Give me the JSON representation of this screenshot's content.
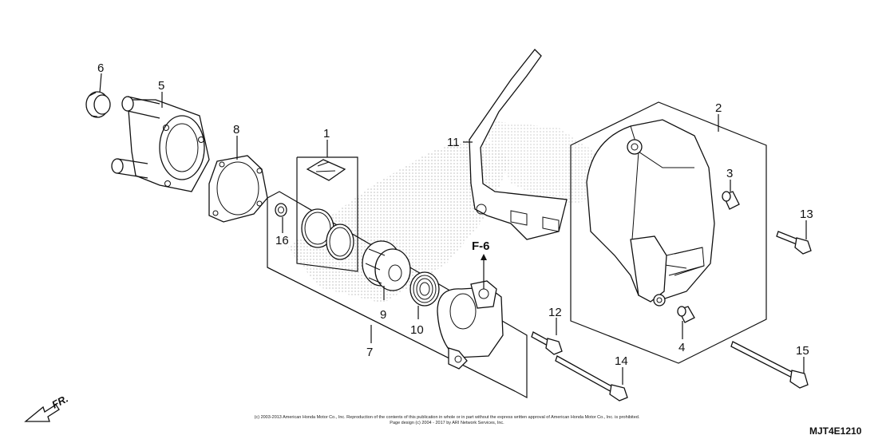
{
  "callouts": [
    "1",
    "2",
    "3",
    "4",
    "5",
    "6",
    "7",
    "8",
    "9",
    "10",
    "11",
    "12",
    "13",
    "14",
    "15",
    "16"
  ],
  "reference_label": "F-6",
  "direction_label": "FR.",
  "diagram_code": "MJT4E1210",
  "copyright": {
    "line1": "(c) 2003-2013 American Honda Motor Co., Inc. Reproduction of the contents of this publication in whole or in part without the express written approval of American Honda Motor Co., Inc. is prohibited.",
    "line2": "Page design (c) 2004 - 2017 by ARI Network Services, Inc."
  },
  "colors": {
    "line": "#111111",
    "background": "#ffffff",
    "shading": "#b8b8b8"
  }
}
